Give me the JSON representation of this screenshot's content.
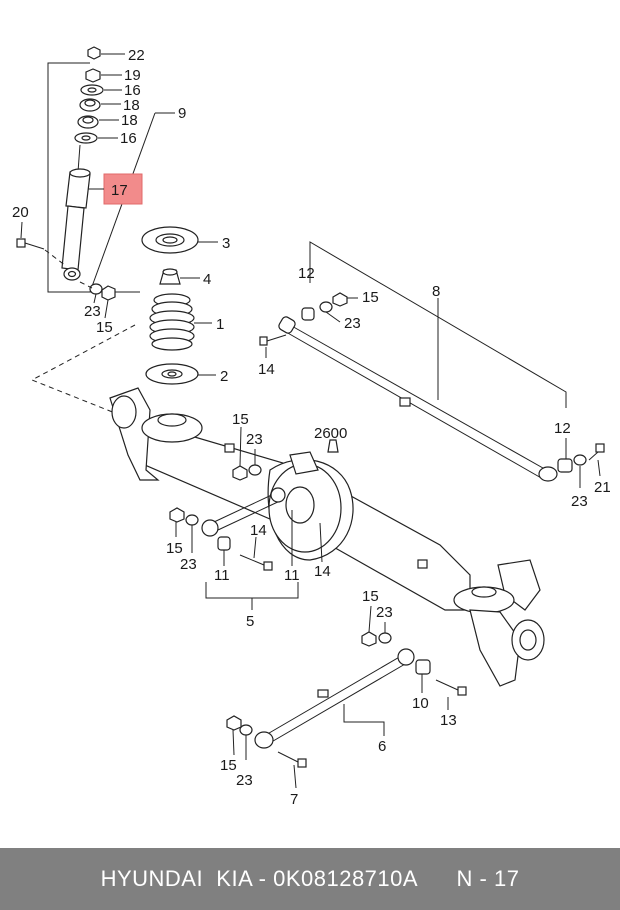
{
  "labels": {
    "p22": "22",
    "p19": "19",
    "p16a": "16",
    "p18a": "18",
    "p18b": "18",
    "p16b": "16",
    "p9": "9",
    "p17": "17",
    "p20": "20",
    "p3": "3",
    "p4": "4",
    "p1": "1",
    "p2": "2",
    "p23a": "23",
    "p15a": "15",
    "p12a": "12",
    "p15b": "15",
    "p23b": "23",
    "p8": "8",
    "p14a": "14",
    "p2600": "2600",
    "p15c": "15",
    "p23c": "23",
    "p12b": "12",
    "p23d": "23",
    "p21": "21",
    "p15d": "15",
    "p23e": "23",
    "p14b": "14",
    "p14c": "14",
    "p11a": "11",
    "p11b": "11",
    "p5": "5",
    "p15e": "15",
    "p23f": "23",
    "p10": "10",
    "p13": "13",
    "p6": "6",
    "p15f": "15",
    "p23g": "23",
    "p7": "7"
  },
  "highlight": {
    "label": "17",
    "color": "#f28b8b"
  },
  "footer": {
    "text": "HYUNDAI  KIA - 0K08128710A      N - 17"
  },
  "colors": {
    "footer_bg": "#808080",
    "footer_text": "#ffffff",
    "line": "#222222"
  }
}
